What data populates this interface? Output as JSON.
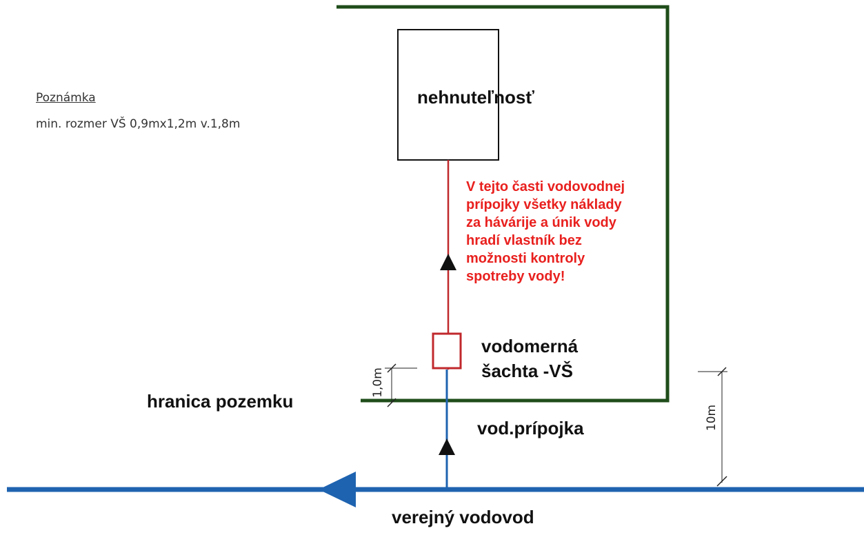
{
  "note": {
    "title": "Poznámka",
    "text": "min. rozmer VŠ 0,9mx1,2m v.1,8m"
  },
  "building": {
    "label": "nehnuteľnosť"
  },
  "warning": {
    "lines": [
      "V tejto časti vodovodnej",
      "prípojky všetky náklady",
      "za hávárije a únik vody",
      "hradí vlastník bez",
      "možnosti kontroly",
      "spotreby vody!"
    ]
  },
  "meter_shaft": {
    "lines": [
      "vodomerná",
      "šachta -VŠ"
    ]
  },
  "property_boundary": {
    "label": "hranica pozemku"
  },
  "connection": {
    "label": "vod.prípojka"
  },
  "public_main": {
    "label": "verejný vodovod"
  },
  "dimensions": {
    "shaft_offset": "1,0m",
    "main_distance": "10m"
  },
  "colors": {
    "property_line": "#1f4d1a",
    "private_pipe": "#c0282c",
    "public_pipe": "#1e63b0",
    "warning_text": "#e8201e"
  }
}
